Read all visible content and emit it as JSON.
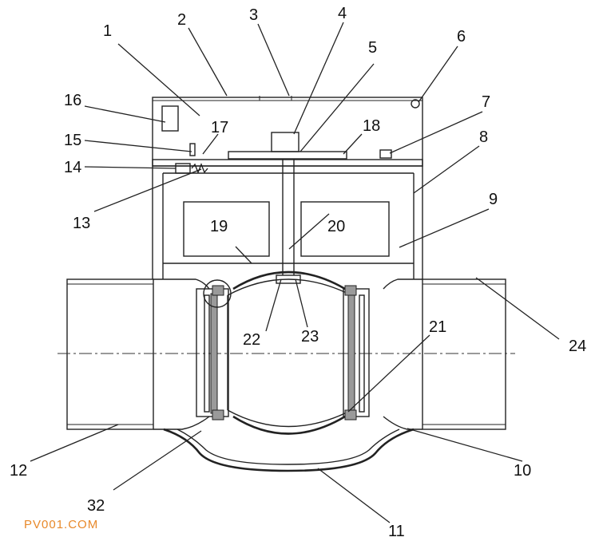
{
  "callouts": [
    "1",
    "2",
    "3",
    "4",
    "5",
    "6",
    "7",
    "8",
    "9",
    "10",
    "11",
    "12",
    "13",
    "14",
    "15",
    "16",
    "17",
    "18",
    "19",
    "20",
    "21",
    "22",
    "23",
    "24",
    "32"
  ],
  "watermark": "PV001.COM",
  "colors": {
    "line": "#222222",
    "watermark": "#e8892a",
    "background": "#ffffff"
  }
}
